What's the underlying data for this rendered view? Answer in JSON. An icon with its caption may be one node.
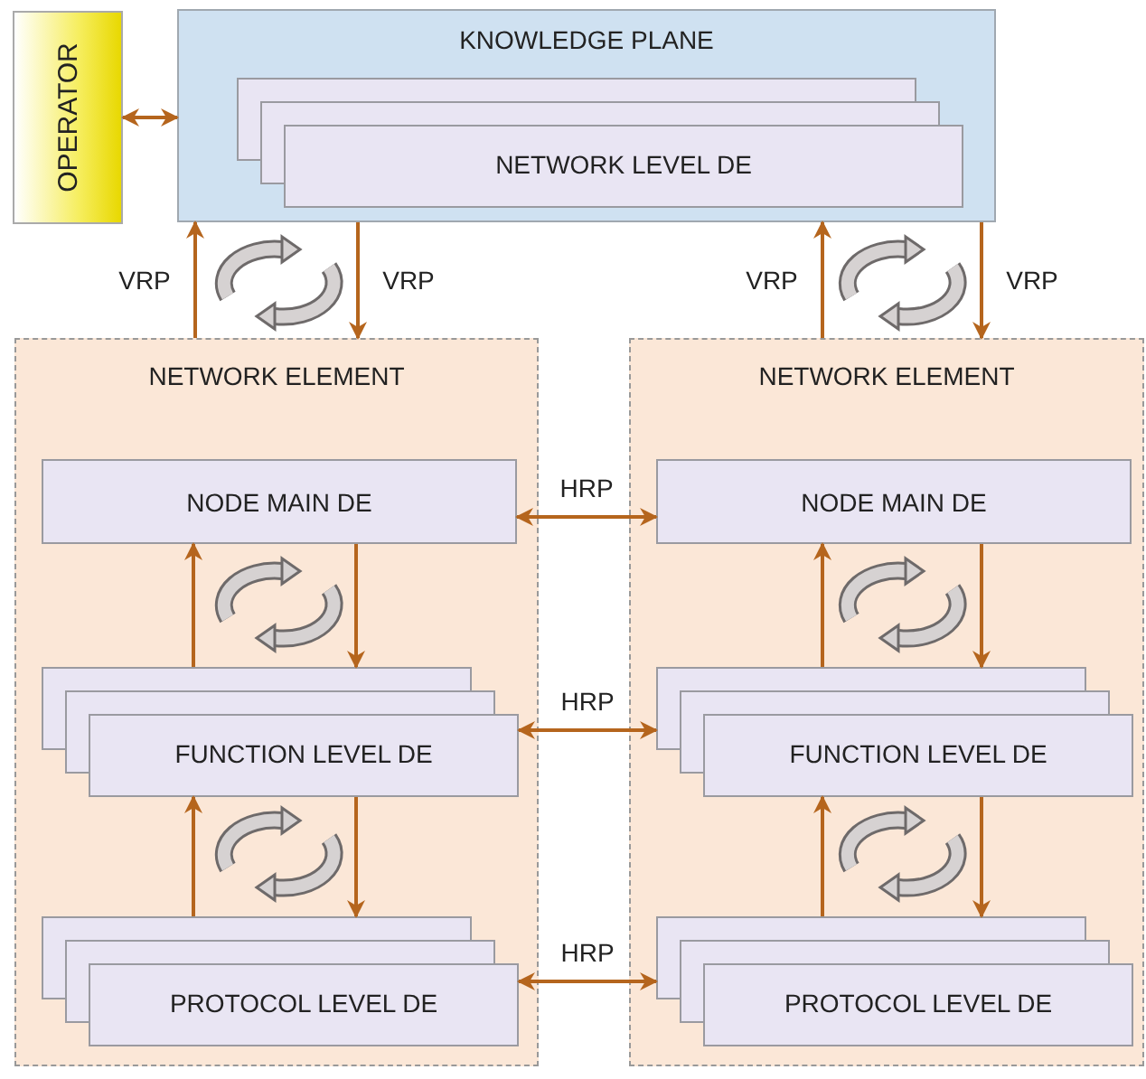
{
  "diagram": {
    "nodes": [
      {
        "text": [
          "OPERATOR"
        ]
      },
      {
        "text": [
          "KNOWLEDGE PLANE"
        ]
      },
      {
        "text": [
          "NETWORK LEVEL DE"
        ],
        "in": 1
      },
      {
        "text": [
          "NETWORK ELEMENT"
        ]
      },
      {
        "text": [
          "NODE MAIN DE"
        ],
        "in": 3
      },
      {
        "text": [
          "FUNCTION LEVEL DE"
        ],
        "in": 3
      },
      {
        "text": [
          "PROTOCOL LEVEL DE"
        ],
        "in": 3
      },
      {
        "text": [
          "NETWORK ELEMENT"
        ]
      },
      {
        "text": [
          "NODE MAIN DE"
        ],
        "in": 7
      },
      {
        "text": [
          "FUNCTION LEVEL DE"
        ],
        "in": 7
      },
      {
        "text": [
          "PROTOCOL LEVEL DE"
        ],
        "in": 7
      }
    ],
    "edges": [
      {
        "from": 0,
        "to": 1,
        "arrow": "both"
      },
      {
        "from": 3,
        "to": 1,
        "arrow": "to",
        "label": "VRP"
      },
      {
        "from": 1,
        "to": 3,
        "arrow": "to",
        "label": "VRP"
      },
      {
        "from": 7,
        "to": 1,
        "arrow": "to",
        "label": "VRP"
      },
      {
        "from": 1,
        "to": 7,
        "arrow": "to",
        "label": "VRP"
      },
      {
        "from": 4,
        "to": 8,
        "arrow": "both",
        "label": "HRP"
      },
      {
        "from": 5,
        "to": 9,
        "arrow": "both",
        "label": "HRP"
      },
      {
        "from": 6,
        "to": 10,
        "arrow": "both",
        "label": "HRP"
      },
      {
        "from": 5,
        "to": 4,
        "arrow": "to"
      },
      {
        "from": 4,
        "to": 5,
        "arrow": "to"
      },
      {
        "from": 6,
        "to": 5,
        "arrow": "to"
      },
      {
        "from": 5,
        "to": 6,
        "arrow": "to"
      },
      {
        "from": 9,
        "to": 8,
        "arrow": "to"
      },
      {
        "from": 8,
        "to": 9,
        "arrow": "to"
      },
      {
        "from": 10,
        "to": 9,
        "arrow": "to"
      },
      {
        "from": 9,
        "to": 10,
        "arrow": "to"
      }
    ]
  }
}
